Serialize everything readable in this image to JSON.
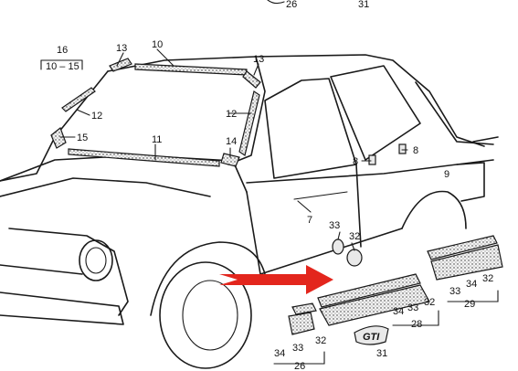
{
  "header": {
    "top_left_label": "26",
    "top_right_label": "31"
  },
  "callouts": {
    "p16": "16",
    "p10_15": "10 – 15",
    "p13a": "13",
    "p10": "10",
    "p13b": "13",
    "p12a": "12",
    "p12b": "12",
    "p15": "15",
    "p11": "11",
    "p14": "14",
    "p8a": "8",
    "p8b": "8",
    "p9": "9",
    "p7": "7",
    "p33a": "33",
    "p32a": "32",
    "g26": {
      "a": "34",
      "b": "33",
      "c": "32",
      "group": "26"
    },
    "g28": {
      "a": "34",
      "b": "33",
      "c": "32",
      "group": "28"
    },
    "g29": {
      "a": "33",
      "b": "34",
      "c": "32",
      "group": "29"
    },
    "badge_part": "31"
  },
  "badge_text": "GTI",
  "colors": {
    "arrow": "#e3261d",
    "line": "#1a1a1a"
  }
}
